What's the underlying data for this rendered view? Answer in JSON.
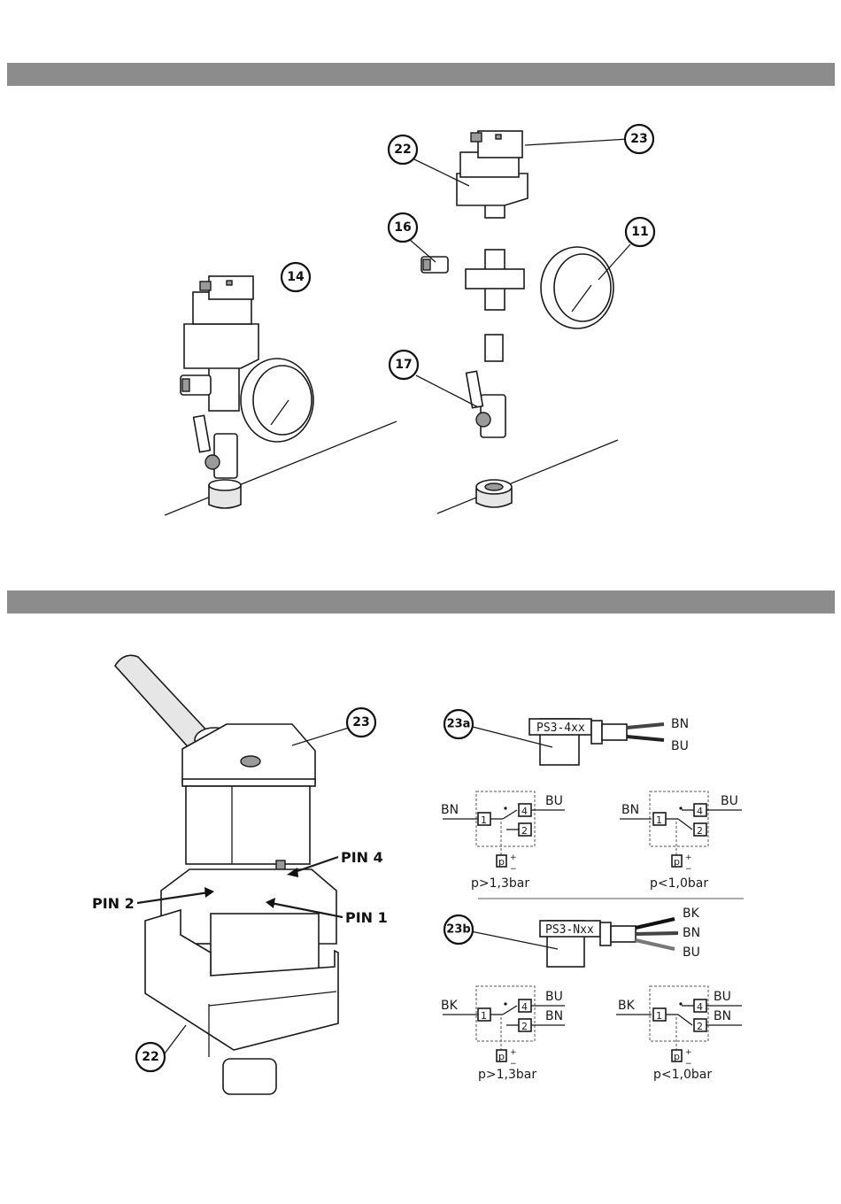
{
  "callouts": {
    "c14": "14",
    "c22_top": "22",
    "c23_top": "23",
    "c16": "16",
    "c11": "11",
    "c17": "17",
    "c23_bottom": "23",
    "c22_bottom": "22",
    "c23a": "23a",
    "c23b": "23b"
  },
  "pins": {
    "pin4": "PIN 4",
    "pin2": "PIN 2",
    "pin1": "PIN 1"
  },
  "variant_a": {
    "model": "PS3-4xx",
    "wires": [
      "BN",
      "BU"
    ],
    "diagram_left": {
      "left_wire": "BN",
      "right_top": "BU",
      "right_bottom": "",
      "terminal_a": "1",
      "terminal_b": "4",
      "terminal_c": "2",
      "symbol": "p",
      "caption": "p>1,3bar"
    },
    "diagram_right": {
      "left_wire": "BN",
      "right_top": "BU",
      "right_bottom": "",
      "terminal_a": "1",
      "terminal_b": "4",
      "terminal_c": "2",
      "symbol": "p",
      "caption": "p<1,0bar"
    }
  },
  "variant_b": {
    "model": "PS3-Nxx",
    "wires": [
      "BK",
      "BN",
      "BU"
    ],
    "diagram_left": {
      "left_wire": "BK",
      "right_top": "BU",
      "right_bottom": "BN",
      "terminal_a": "1",
      "terminal_b": "4",
      "terminal_c": "2",
      "symbol": "p",
      "caption": "p>1,3bar"
    },
    "diagram_right": {
      "left_wire": "BK",
      "right_top": "BU",
      "right_bottom": "BN",
      "terminal_a": "1",
      "terminal_b": "4",
      "terminal_c": "2",
      "symbol": "p",
      "caption": "p<1,0bar"
    }
  }
}
